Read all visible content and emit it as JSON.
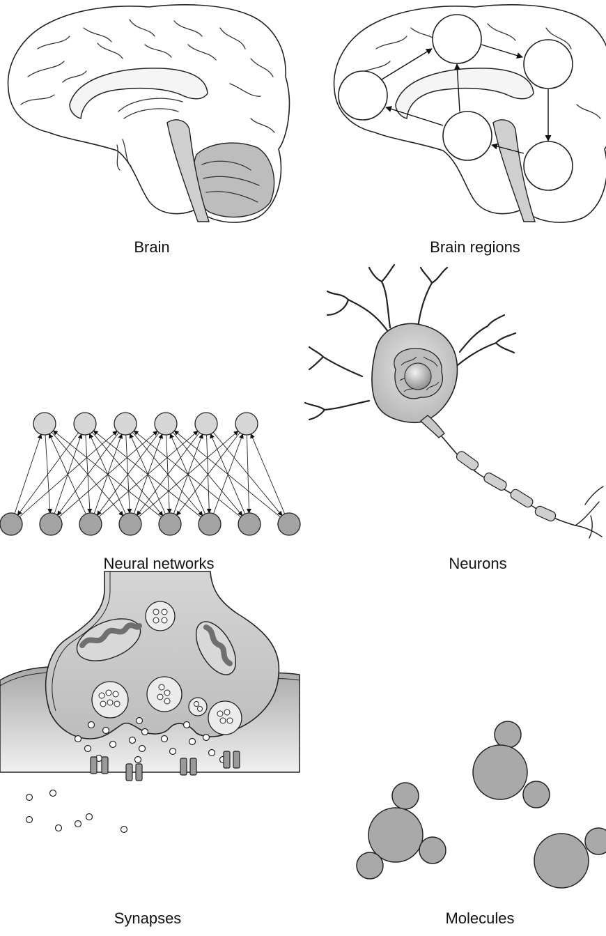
{
  "panels": [
    {
      "id": "brain",
      "caption": "Brain"
    },
    {
      "id": "brain-regions",
      "caption": "Brain regions"
    },
    {
      "id": "neural-networks",
      "caption": "Neural networks"
    },
    {
      "id": "neurons",
      "caption": "Neurons"
    },
    {
      "id": "synapses",
      "caption": "Synapses"
    },
    {
      "id": "molecules",
      "caption": "Molecules"
    }
  ],
  "colors": {
    "brain_fill": "#d9d9d9",
    "brain_dark": "#a9a9a9",
    "node_light": "#d6d6d6",
    "node_dark": "#a3a3a3",
    "molecule": "#a9a9a9",
    "line": "#222222"
  },
  "network": {
    "top_nodes": 6,
    "bottom_nodes": 8
  }
}
